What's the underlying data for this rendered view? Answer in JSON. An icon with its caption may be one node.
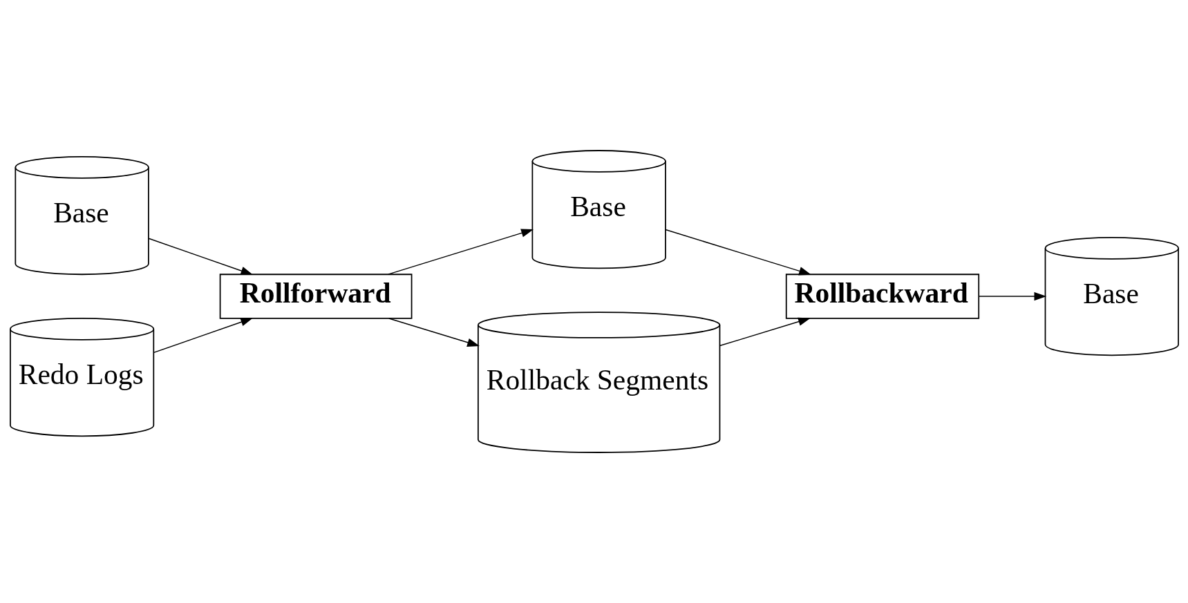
{
  "diagram": {
    "nodes": [
      {
        "text": [
          "Base"
        ]
      },
      {
        "text": [
          "Redo Logs"
        ]
      },
      {
        "text": [
          "Rollforward"
        ]
      },
      {
        "text": [
          "Base"
        ]
      },
      {
        "text": [
          "Rollback Segments"
        ]
      },
      {
        "text": [
          "Rollbackward"
        ]
      },
      {
        "text": [
          "Base"
        ]
      }
    ],
    "edges": [
      {
        "from": 0,
        "to": 2,
        "arrow": "to"
      },
      {
        "from": 1,
        "to": 2,
        "arrow": "to"
      },
      {
        "from": 2,
        "to": 3,
        "arrow": "to"
      },
      {
        "from": 2,
        "to": 4,
        "arrow": "to"
      },
      {
        "from": 3,
        "to": 5,
        "arrow": "to"
      },
      {
        "from": 4,
        "to": 5,
        "arrow": "to"
      },
      {
        "from": 5,
        "to": 6,
        "arrow": "to"
      }
    ]
  }
}
